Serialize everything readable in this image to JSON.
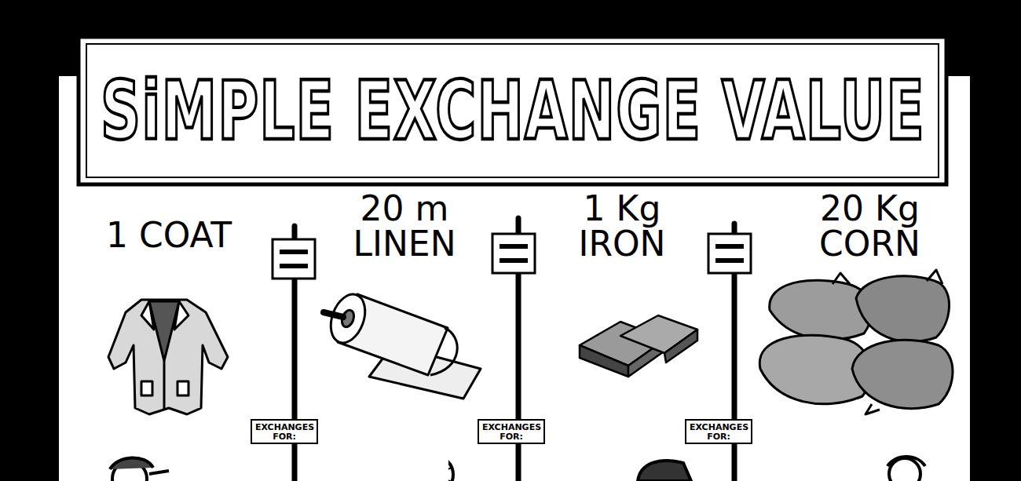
{
  "diagram": {
    "title": "SiMPLE EXCHANGE VALUE",
    "nodes": [
      {
        "text": [
          "EXCHANGES FOR:"
        ]
      },
      {
        "text": [
          "EXCHANGES FOR:"
        ]
      },
      {
        "text": [
          "EXCHANGES FOR:"
        ]
      }
    ],
    "labels": [
      "1 COAT",
      "20 m LINEN",
      "1 Kg IRON",
      "20 Kg CORN"
    ]
  }
}
